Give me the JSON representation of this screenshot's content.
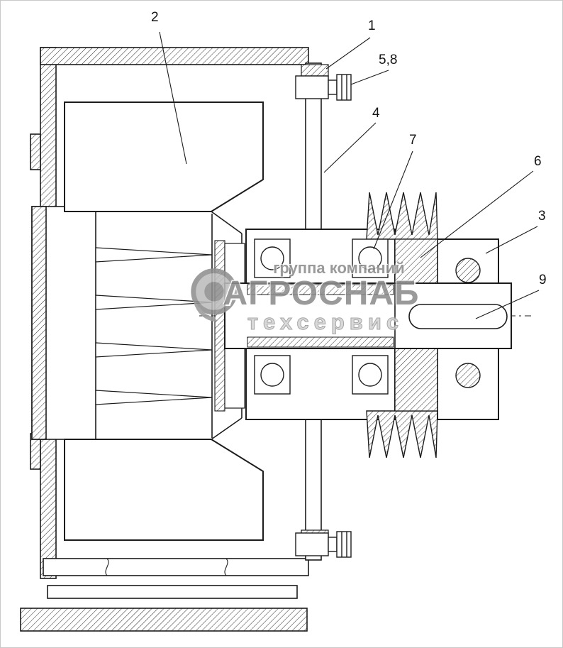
{
  "callouts": {
    "c1": "1",
    "c2": "2",
    "c3": "3",
    "c4": "4",
    "c58": "5,8",
    "c6": "6",
    "c7": "7",
    "c9": "9"
  },
  "watermark": {
    "line1": "группа компаний",
    "line2": "АГРОСНАБ",
    "line3": "техсервис"
  },
  "colors": {
    "ink": "#1c1c1c",
    "watermark_gray": "#8d8d8d",
    "background": "#ffffff"
  }
}
